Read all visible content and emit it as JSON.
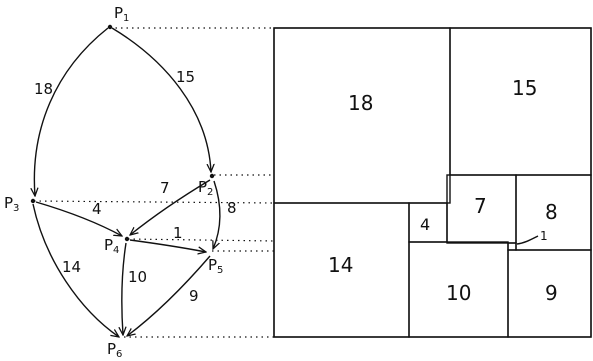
{
  "graph": {
    "nodes": [
      {
        "id": "P1",
        "base": "P",
        "sub": "1"
      },
      {
        "id": "P2",
        "base": "P",
        "sub": "2"
      },
      {
        "id": "P3",
        "base": "P",
        "sub": "3"
      },
      {
        "id": "P4",
        "base": "P",
        "sub": "4"
      },
      {
        "id": "P5",
        "base": "P",
        "sub": "5"
      },
      {
        "id": "P6",
        "base": "P",
        "sub": "6"
      }
    ],
    "edges": [
      {
        "from": "P1",
        "to": "P3",
        "label": "18"
      },
      {
        "from": "P1",
        "to": "P2",
        "label": "15"
      },
      {
        "from": "P2",
        "to": "P4",
        "label": "7"
      },
      {
        "from": "P2",
        "to": "P5",
        "label": "8"
      },
      {
        "from": "P3",
        "to": "P4",
        "label": "4"
      },
      {
        "from": "P4",
        "to": "P5",
        "label": "1"
      },
      {
        "from": "P3",
        "to": "P6",
        "label": "14"
      },
      {
        "from": "P4",
        "to": "P6",
        "label": "10"
      },
      {
        "from": "P5",
        "to": "P6",
        "label": "9"
      }
    ]
  },
  "squares": [
    {
      "id": "sq-18",
      "label": "18"
    },
    {
      "id": "sq-15",
      "label": "15"
    },
    {
      "id": "sq-14",
      "label": "14"
    },
    {
      "id": "sq-4",
      "label": "4"
    },
    {
      "id": "sq-7",
      "label": "7"
    },
    {
      "id": "sq-8",
      "label": "8"
    },
    {
      "id": "sq-1",
      "label": "1"
    },
    {
      "id": "sq-10",
      "label": "10"
    },
    {
      "id": "sq-9",
      "label": "9"
    }
  ]
}
